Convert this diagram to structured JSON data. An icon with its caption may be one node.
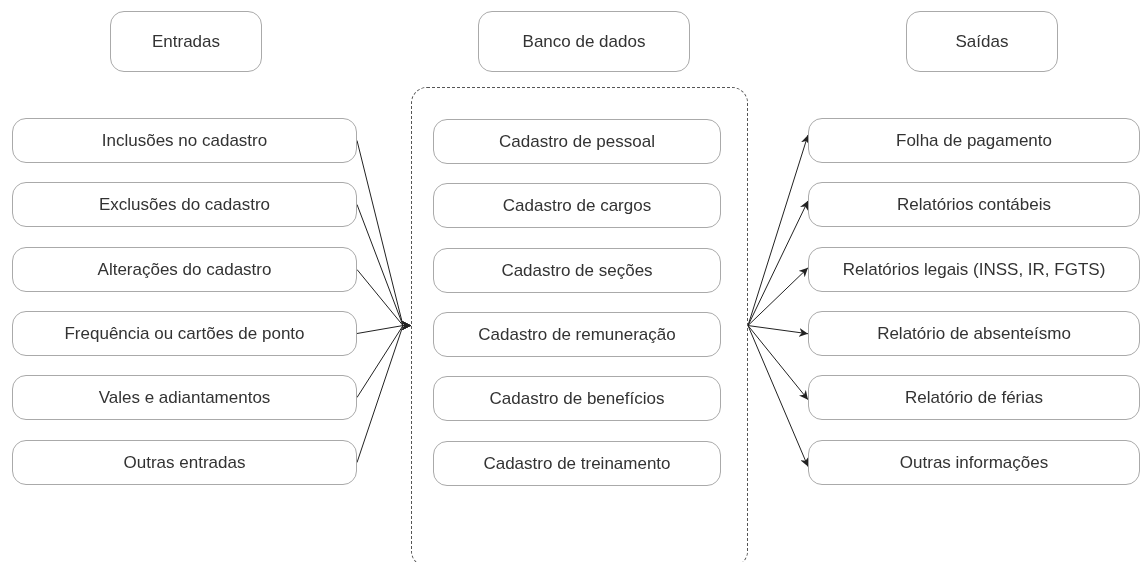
{
  "diagram": {
    "nodes": [
      {
        "text": [
          "Entradas"
        ]
      },
      {
        "text": [
          "Banco de dados"
        ]
      },
      {
        "text": [
          "Saídas"
        ]
      },
      {
        "text": [
          "Inclusões no cadastro"
        ]
      },
      {
        "text": [
          "Exclusões do cadastro"
        ]
      },
      {
        "text": [
          "Alterações do cadastro"
        ]
      },
      {
        "text": [
          "Frequência ou cartões de ponto"
        ]
      },
      {
        "text": [
          "Vales e adiantamentos"
        ]
      },
      {
        "text": [
          "Outras entradas"
        ]
      },
      {
        "text": [],
        "shape": "box"
      },
      {
        "text": [
          "Cadastro de pessoal"
        ],
        "in": 9
      },
      {
        "text": [
          "Cadastro de cargos"
        ],
        "in": 9
      },
      {
        "text": [
          "Cadastro de seções"
        ],
        "in": 9
      },
      {
        "text": [
          "Cadastro de remuneração"
        ],
        "in": 9
      },
      {
        "text": [
          "Cadastro de benefícios"
        ],
        "in": 9
      },
      {
        "text": [
          "Cadastro de treinamento"
        ],
        "in": 9
      },
      {
        "text": [
          "Folha de pagamento"
        ]
      },
      {
        "text": [
          "Relatórios contábeis"
        ]
      },
      {
        "text": [
          "Relatórios legais (INSS, IR, FGTS)"
        ]
      },
      {
        "text": [
          "Relatório de absenteísmo"
        ]
      },
      {
        "text": [
          "Relatório de férias"
        ]
      },
      {
        "text": [
          "Outras informações"
        ]
      }
    ],
    "edges": [
      {
        "from": 3,
        "to": 9,
        "arrow": "to"
      },
      {
        "from": 4,
        "to": 9,
        "arrow": "to"
      },
      {
        "from": 5,
        "to": 9,
        "arrow": "to"
      },
      {
        "from": 6,
        "to": 9,
        "arrow": "to"
      },
      {
        "from": 7,
        "to": 9,
        "arrow": "to"
      },
      {
        "from": 8,
        "to": 9,
        "arrow": "to"
      },
      {
        "from": 9,
        "to": 16,
        "arrow": "to"
      },
      {
        "from": 9,
        "to": 17,
        "arrow": "to"
      },
      {
        "from": 9,
        "to": 18,
        "arrow": "to"
      },
      {
        "from": 9,
        "to": 19,
        "arrow": "to"
      },
      {
        "from": 9,
        "to": 20,
        "arrow": "to"
      },
      {
        "from": 9,
        "to": 21,
        "arrow": "to"
      }
    ]
  }
}
